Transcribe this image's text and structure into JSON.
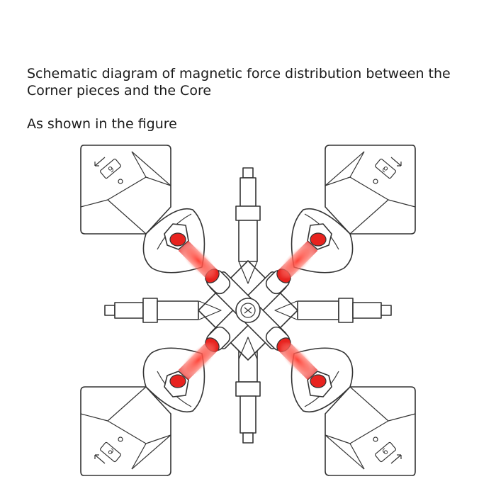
{
  "header": {
    "title": "Schematic diagram of magnetic force distribution between the Corner pieces and the Core",
    "subtitle": "As shown in the figure"
  },
  "diagram": {
    "colors": {
      "outline": "#333333",
      "magnet": "#e8231f",
      "magnet_glow": "#ff5a4f",
      "background": "#ffffff"
    },
    "corner_labels": [
      "9",
      "9",
      "6",
      "6"
    ]
  }
}
